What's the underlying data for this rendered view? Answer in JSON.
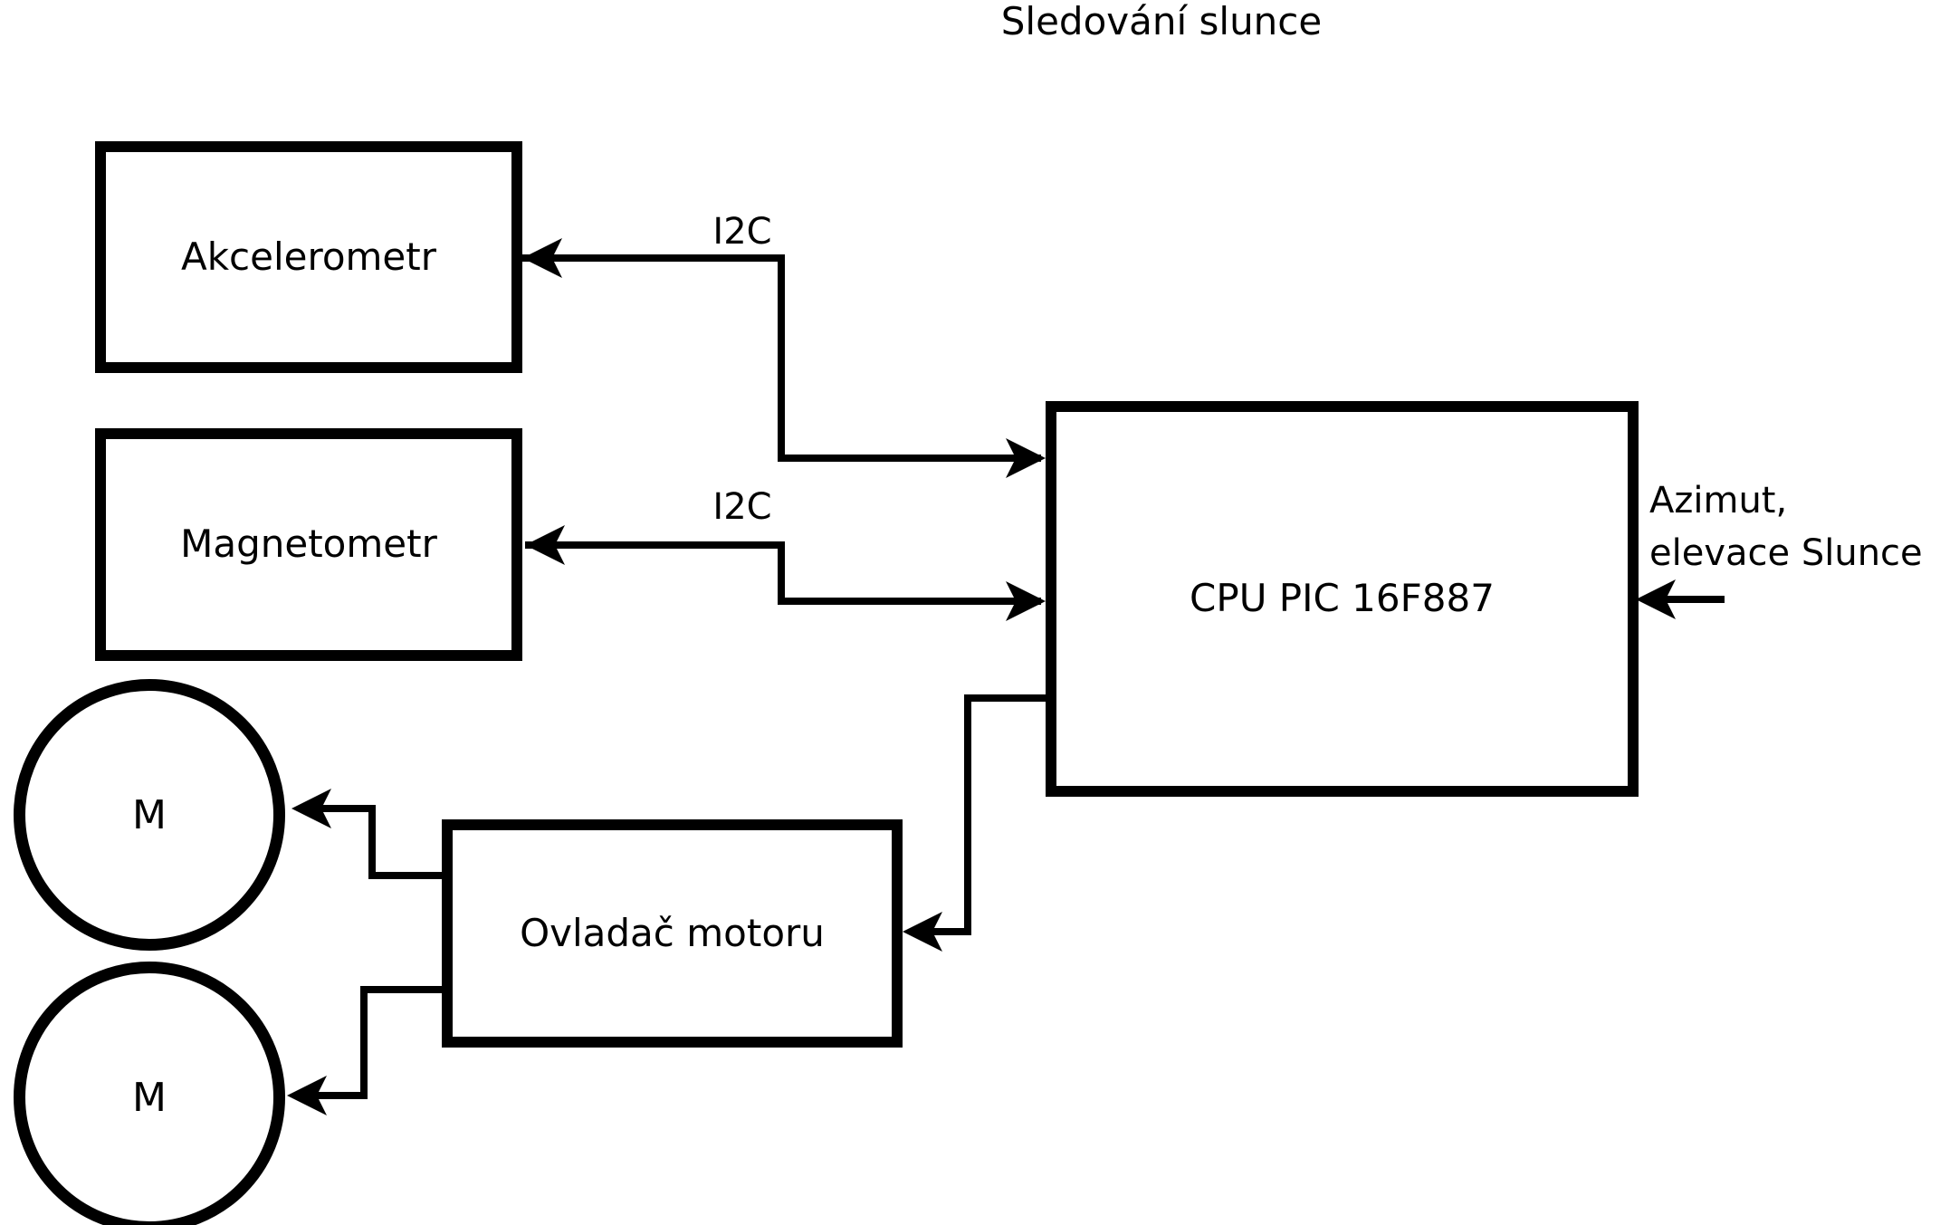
{
  "title": "Sledování slunce",
  "nodes": {
    "akcelerometr": {
      "label": "Akcelerometr"
    },
    "magnetometr": {
      "label": "Magnetometr"
    },
    "cpu": {
      "label": "CPU PIC 16F887"
    },
    "ovladac": {
      "label": "Ovladač motoru"
    },
    "motor1": {
      "label": "M"
    },
    "motor2": {
      "label": "M"
    }
  },
  "edges": {
    "i2c_akcelerometr": {
      "label": "I2C"
    },
    "i2c_magnetometr": {
      "label": "I2C"
    },
    "azimut_input": {
      "label_line1": "Azimut,",
      "label_line2": "elevace Slunce"
    }
  },
  "colors": {
    "stroke": "#000000",
    "background": "#ffffff"
  }
}
